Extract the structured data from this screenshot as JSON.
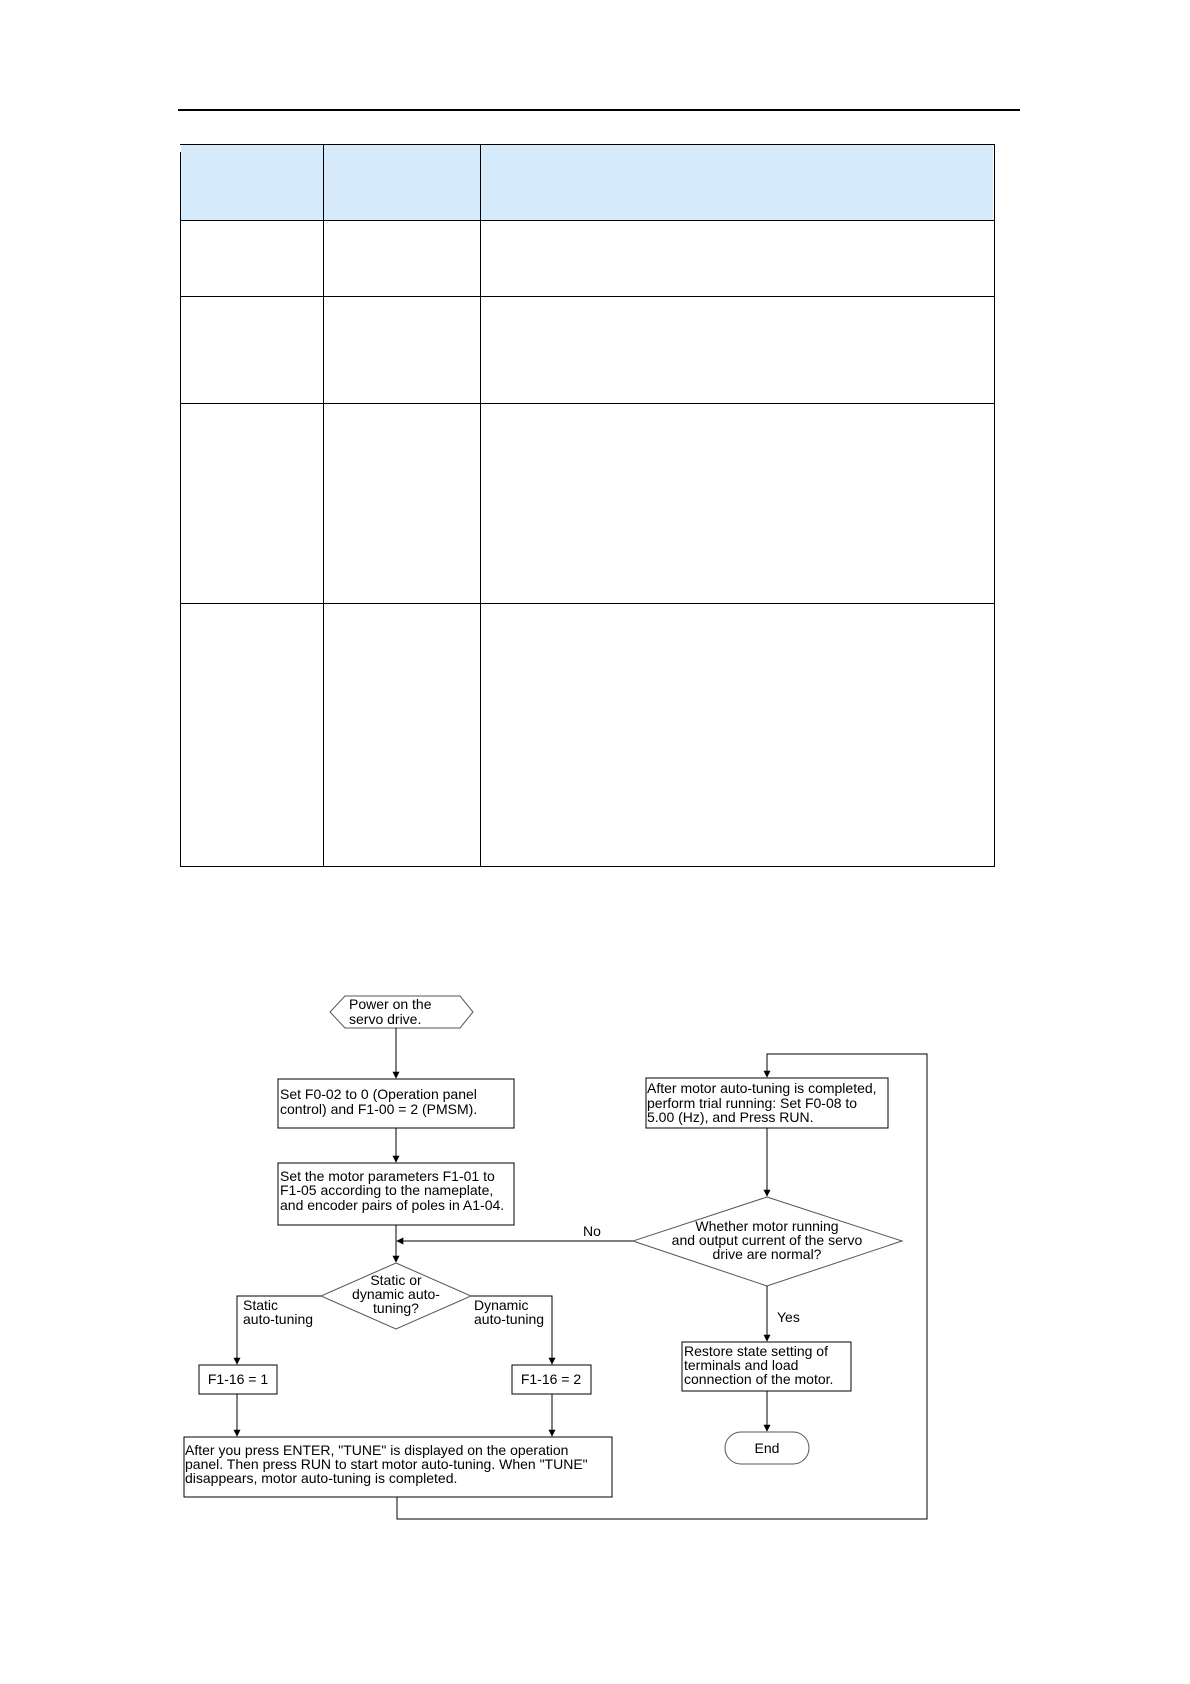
{
  "flowchart": {
    "start": [
      "Power on the",
      "servo drive."
    ],
    "step1": [
      "Set F0-02 to 0 (Operation panel",
      "control) and F1-00 = 2 (PMSM)."
    ],
    "step2": [
      "Set the motor parameters F1-01 to",
      "F1-05 according to the nameplate,",
      "and encoder pairs of poles in A1-04."
    ],
    "decision_mode": [
      "Static or",
      "dynamic auto-",
      "tuning?"
    ],
    "branch_static": [
      "Static",
      "auto-tuning"
    ],
    "branch_dynamic": [
      "Dynamic",
      "auto-tuning"
    ],
    "set_static": "F1-16 = 1",
    "set_dynamic": "F1-16 = 2",
    "tune_step": [
      "After you press ENTER, \"TUNE\" is displayed on the operation",
      "panel. Then press RUN to start motor auto-tuning. When \"TUNE\"",
      "disappears, motor auto-tuning is completed."
    ],
    "trial_run": [
      "After motor auto-tuning is completed,",
      "perform trial running: Set F0-08 to",
      "5.00 (Hz), and Press RUN."
    ],
    "decision_normal": [
      "Whether motor running",
      "and output current of the servo",
      "drive are normal?"
    ],
    "label_no": "No",
    "label_yes": "Yes",
    "restore": [
      "Restore state setting of",
      "terminals and load",
      "connection of the motor."
    ],
    "end": "End"
  }
}
